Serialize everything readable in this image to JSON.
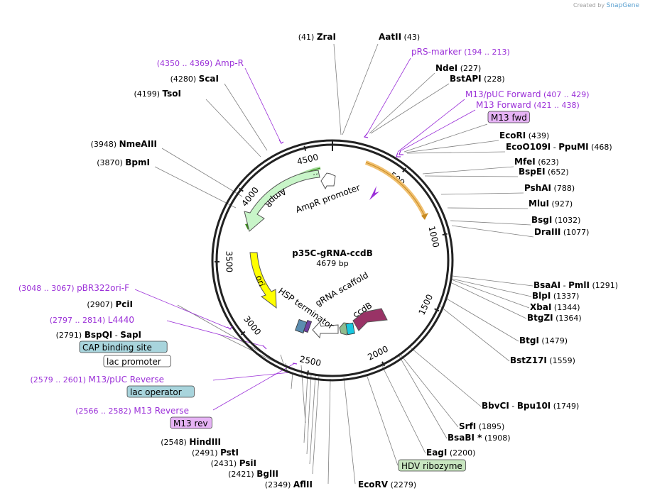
{
  "credit": {
    "prefix": "Created by",
    "brand": "SnapGene"
  },
  "plasmid": {
    "name": "p35C-gRNA-ccdB",
    "length": "4679 bp",
    "total_bp": 4679
  },
  "ticks": [
    {
      "bp": 500,
      "label": "500"
    },
    {
      "bp": 1000,
      "label": "1000"
    },
    {
      "bp": 1500,
      "label": "1500"
    },
    {
      "bp": 2000,
      "label": "2000"
    },
    {
      "bp": 2500,
      "label": "2500"
    },
    {
      "bp": 3000,
      "label": "3000"
    },
    {
      "bp": 3500,
      "label": "3500"
    },
    {
      "bp": 4000,
      "label": "4000"
    },
    {
      "bp": 4500,
      "label": "4500"
    }
  ],
  "features": [
    {
      "name": "AmpR promoter",
      "color": "#e8e8e8"
    },
    {
      "name": "AmpR",
      "color": "#c8f5c8"
    },
    {
      "name": "ori",
      "color": "#ffff00"
    },
    {
      "name": "HSP terminator",
      "color": "#e8e8e8"
    },
    {
      "name": "gRNA scaffold",
      "color": "#8fbc8f"
    },
    {
      "name": "ccdB",
      "color": "#993366"
    }
  ],
  "labels": [
    {
      "kind": "enzyme",
      "name": "ZraI",
      "pos": "(41)"
    },
    {
      "kind": "enzyme",
      "name": "AatII",
      "pos": "(43)"
    },
    {
      "kind": "primer",
      "name": "pRS-marker",
      "pos": "(194 .. 213)"
    },
    {
      "kind": "enzyme",
      "name": "NdeI",
      "pos": "(227)"
    },
    {
      "kind": "enzyme",
      "name": "BstAPI",
      "pos": "(228)"
    },
    {
      "kind": "primer",
      "name": "M13/pUC Forward",
      "pos": "(407 .. 429)"
    },
    {
      "kind": "primer",
      "name": "M13 Forward",
      "pos": "(421 .. 438)"
    },
    {
      "kind": "box",
      "name": "M13 fwd",
      "color": "#e6b3f5"
    },
    {
      "kind": "enzyme",
      "name": "EcoRI",
      "pos": "(439)"
    },
    {
      "kind": "enzyme2",
      "name": "EcoO109I",
      "name2": "PpuMI",
      "pos": "(468)"
    },
    {
      "kind": "enzyme",
      "name": "MfeI",
      "pos": "(623)"
    },
    {
      "kind": "enzyme",
      "name": "BspEI",
      "pos": "(652)"
    },
    {
      "kind": "enzyme",
      "name": "PshAI",
      "pos": "(788)"
    },
    {
      "kind": "enzyme",
      "name": "MluI",
      "pos": "(927)"
    },
    {
      "kind": "enzyme",
      "name": "BsgI",
      "pos": "(1032)"
    },
    {
      "kind": "enzyme",
      "name": "DraIII",
      "pos": "(1077)"
    },
    {
      "kind": "enzyme2",
      "name": "BsaAI",
      "name2": "PmlI",
      "pos": "(1291)"
    },
    {
      "kind": "enzyme",
      "name": "BlpI",
      "pos": "(1337)"
    },
    {
      "kind": "enzyme",
      "name": "XbaI",
      "pos": "(1344)"
    },
    {
      "kind": "enzyme",
      "name": "BtgZI",
      "pos": "(1364)"
    },
    {
      "kind": "enzyme",
      "name": "BtgI",
      "pos": "(1479)"
    },
    {
      "kind": "enzyme",
      "name": "BstZ17I",
      "pos": "(1559)"
    },
    {
      "kind": "enzyme2",
      "name": "BbvCI",
      "name2": "Bpu10I",
      "pos": "(1749)"
    },
    {
      "kind": "enzyme",
      "name": "SrfI",
      "pos": "(1895)"
    },
    {
      "kind": "enzyme",
      "name": "BsaBI *",
      "pos": "(1908)"
    },
    {
      "kind": "enzyme",
      "name": "EagI",
      "pos": "(2200)"
    },
    {
      "kind": "box",
      "name": "HDV ribozyme",
      "color": "#c8e6c0"
    },
    {
      "kind": "enzyme",
      "name": "EcoRV",
      "pos": "(2279)"
    },
    {
      "kind": "enzyme",
      "name": "AflII",
      "pos": "(2349)"
    },
    {
      "kind": "enzyme",
      "name": "BglII",
      "pos": "(2421)"
    },
    {
      "kind": "enzyme",
      "name": "PsiI",
      "pos": "(2431)"
    },
    {
      "kind": "enzyme",
      "name": "PstI",
      "pos": "(2491)"
    },
    {
      "kind": "enzyme",
      "name": "HindIII",
      "pos": "(2548)"
    },
    {
      "kind": "box",
      "name": "M13 rev",
      "color": "#e6b3f5"
    },
    {
      "kind": "primer",
      "name": "M13 Reverse",
      "pos": "(2566 .. 2582)"
    },
    {
      "kind": "box",
      "name": "lac operator",
      "color": "#a8d4dc"
    },
    {
      "kind": "primer",
      "name": "M13/pUC Reverse",
      "pos": "(2579 .. 2601)"
    },
    {
      "kind": "box",
      "name": "lac promoter",
      "color": "#ffffff"
    },
    {
      "kind": "box",
      "name": "CAP binding site",
      "color": "#a8d4dc"
    },
    {
      "kind": "enzyme2",
      "name": "BspQI",
      "name2": "SapI",
      "pos": "(2791)"
    },
    {
      "kind": "primer",
      "name": "L4440",
      "pos": "(2797 .. 2814)"
    },
    {
      "kind": "enzyme",
      "name": "PciI",
      "pos": "(2907)"
    },
    {
      "kind": "primer",
      "name": "pBR322ori-F",
      "pos": "(3048 .. 3067)"
    },
    {
      "kind": "enzyme",
      "name": "BpmI",
      "pos": "(3870)"
    },
    {
      "kind": "enzyme",
      "name": "NmeAIII",
      "pos": "(3948)"
    },
    {
      "kind": "enzyme",
      "name": "TsoI",
      "pos": "(4199)"
    },
    {
      "kind": "enzyme",
      "name": "ScaI",
      "pos": "(4280)"
    },
    {
      "kind": "primer",
      "name": "Amp-R",
      "pos": "(4350 .. 4369)"
    }
  ]
}
